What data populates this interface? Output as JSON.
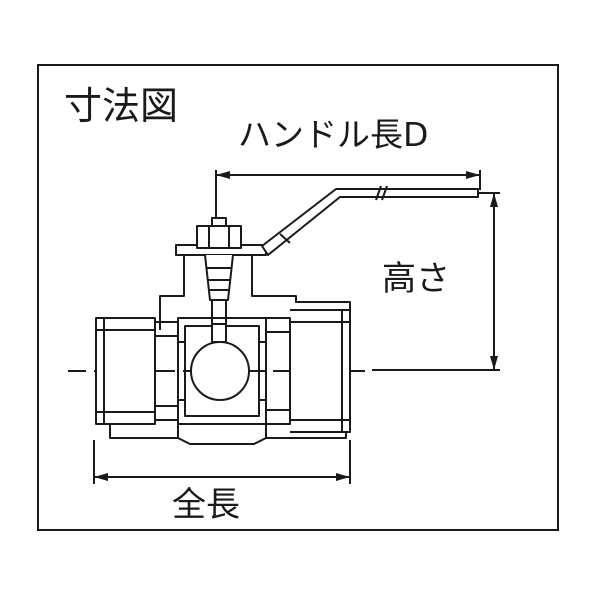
{
  "diagram": {
    "title": "寸法図",
    "dimensions": {
      "handle_length": "ハンドル長D",
      "height": "高さ",
      "overall_length": "全長"
    }
  },
  "colors": {
    "line": "#1a1a1a",
    "background": "#ffffff"
  }
}
